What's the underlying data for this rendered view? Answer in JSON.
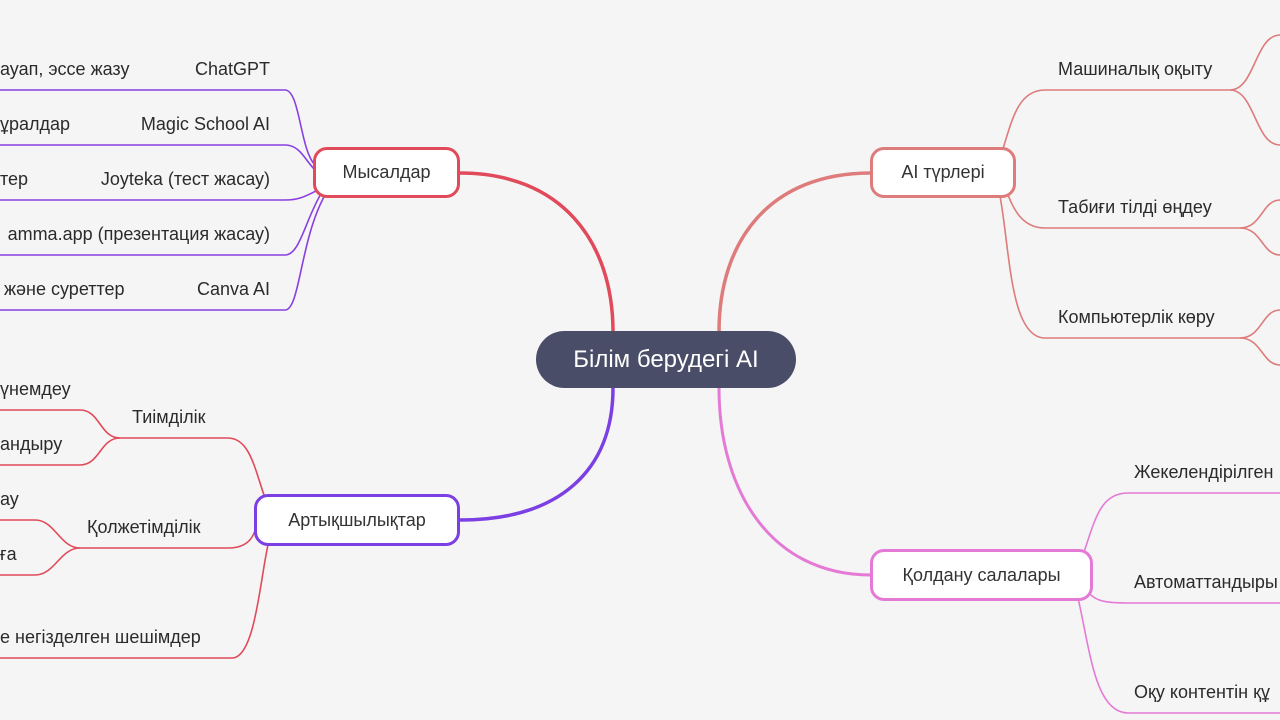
{
  "root": "Білім берудегі AI",
  "branches": {
    "examples": {
      "title": "Мысалдар",
      "color": "#e04a5a",
      "items": [
        {
          "name": "ChatGPT",
          "detail": "ауап, эссе жазу"
        },
        {
          "name": "Magic School AI",
          "detail": "ұралдар"
        },
        {
          "name": "Joyteka (тест жасау)",
          "detail": "тер"
        },
        {
          "name": "amma.app (презентация жасау)",
          "detail": ""
        },
        {
          "name": "Canva AI",
          "detail": "және суреттер"
        }
      ]
    },
    "advantages": {
      "title": "Артықшылықтар",
      "color": "#7b3fe4",
      "groups": [
        {
          "name": "Тиімділік",
          "subs": [
            "үнемдеу",
            "андыру"
          ]
        },
        {
          "name": "Қолжетімділік",
          "subs": [
            "ау",
            "ға"
          ]
        }
      ],
      "extra": "е негізделген шешімдер"
    },
    "types": {
      "title": "AI түрлері",
      "color": "#de7b7b",
      "items": [
        "Машиналық оқыту",
        "Табиғи тілді өңдеу",
        "Компьютерлік көру"
      ]
    },
    "apps": {
      "title": "Қолдану салалары",
      "color": "#e47ad6",
      "items": [
        "Жекелендірілген",
        "Автоматтандыры",
        "Оқу контентін құ"
      ]
    }
  }
}
